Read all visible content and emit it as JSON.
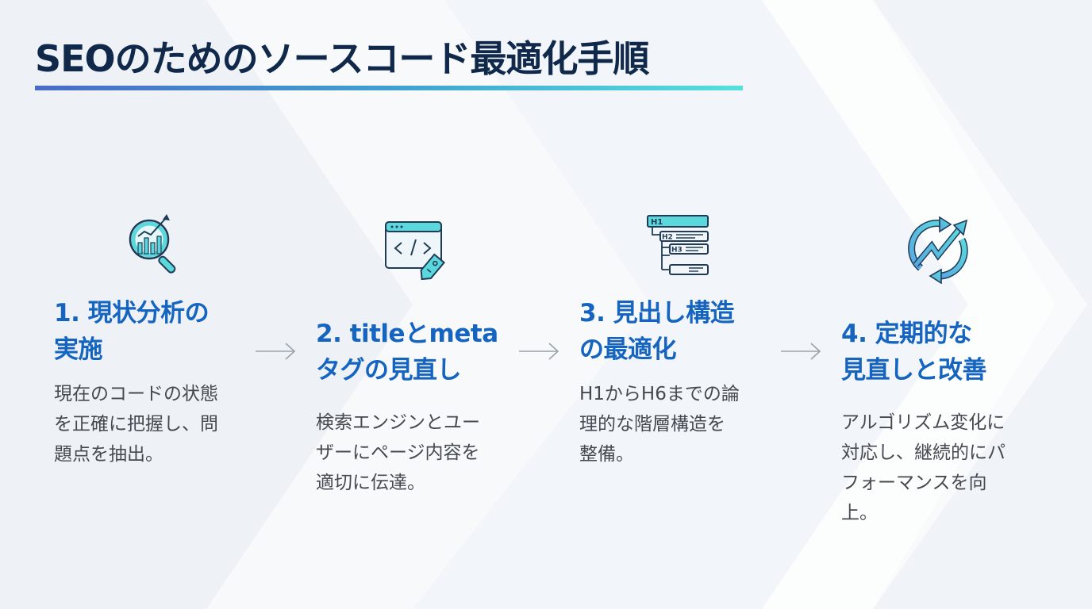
{
  "header": {
    "title": "SEOのためのソースコード最適化手順"
  },
  "steps": [
    {
      "icon": "magnifier-chart-icon",
      "title_line1": "1. 現状分析の",
      "title_line2": "実施",
      "desc_line1": "現在のコードの状態",
      "desc_line2": "を正確に把握し、問",
      "desc_line3": "題点を抽出。",
      "desc_line4": ""
    },
    {
      "icon": "code-window-tag-icon",
      "title_line1": "2. titleとmeta",
      "title_line2": "タグの見直し",
      "desc_line1": "検索エンジンとユー",
      "desc_line2": "ザーにページ内容を",
      "desc_line3": "適切に伝達。",
      "desc_line4": ""
    },
    {
      "icon": "heading-hierarchy-icon",
      "title_line1": "3. 見出し構造",
      "title_line2": "の最適化",
      "desc_line1": "H1からH6までの論",
      "desc_line2": "理的な階層構造を",
      "desc_line3": "整備。",
      "desc_line4": "",
      "icon_labels": [
        "H1",
        "H2",
        "H3"
      ]
    },
    {
      "icon": "cycle-growth-icon",
      "title_line1": "4. 定期的な",
      "title_line2": "見直しと改善",
      "desc_line1": "アルゴリズム変化に",
      "desc_line2": "対応し、継続的にパ",
      "desc_line3": "フォーマンスを向",
      "desc_line4": "上。"
    }
  ],
  "colors": {
    "title": "#10284a",
    "step_title": "#1565c0",
    "body_text": "#444a50",
    "icon_fill": "#5ad8dc",
    "icon_stroke": "#1f3b57",
    "arrow": "#9aa3ab"
  }
}
